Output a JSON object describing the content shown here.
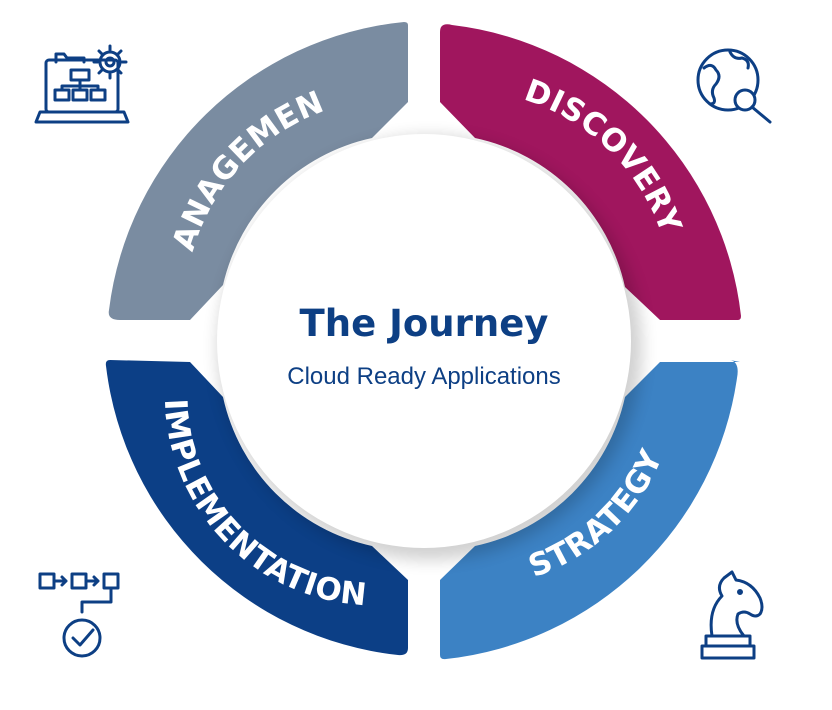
{
  "center": {
    "title": "The Journey",
    "subtitle": "Cloud Ready Applications"
  },
  "segments": [
    {
      "id": "management",
      "label": "MANAGEMENT",
      "color": "#7a8ca1",
      "icon": "laptop-sitemap-gear-icon"
    },
    {
      "id": "discovery",
      "label": "DISCOVERY",
      "color": "#a0165e",
      "icon": "globe-magnifier-icon"
    },
    {
      "id": "strategy",
      "label": "STRATEGY",
      "color": "#3c82c4",
      "icon": "chess-knight-icon"
    },
    {
      "id": "implementation",
      "label": "IMPLEMENTATION",
      "color": "#0c3f86",
      "icon": "process-flow-check-icon"
    }
  ],
  "colors": {
    "text_dark_blue": "#0d3f84",
    "icon_stroke": "#0d3f84",
    "center_fill": "#ffffff"
  }
}
